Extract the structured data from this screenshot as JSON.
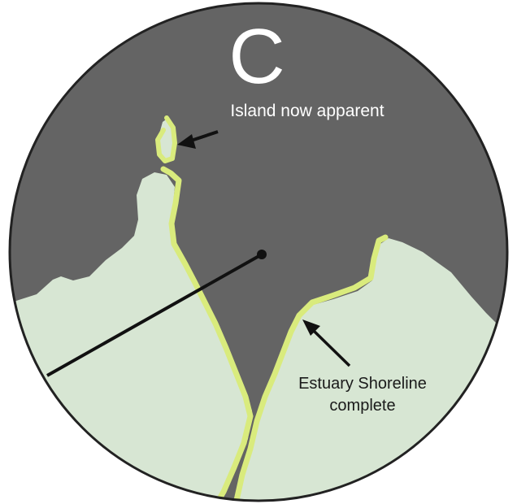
{
  "panel_letter": "C",
  "labels": {
    "island": "Island now apparent",
    "estuary_line1": "Estuary Shoreline",
    "estuary_line2": "complete"
  },
  "colors": {
    "water": "#646464",
    "land": "#d7e6d3",
    "shoreline": "#d9eb7d",
    "outline": "#222222",
    "arrow": "#111111"
  }
}
